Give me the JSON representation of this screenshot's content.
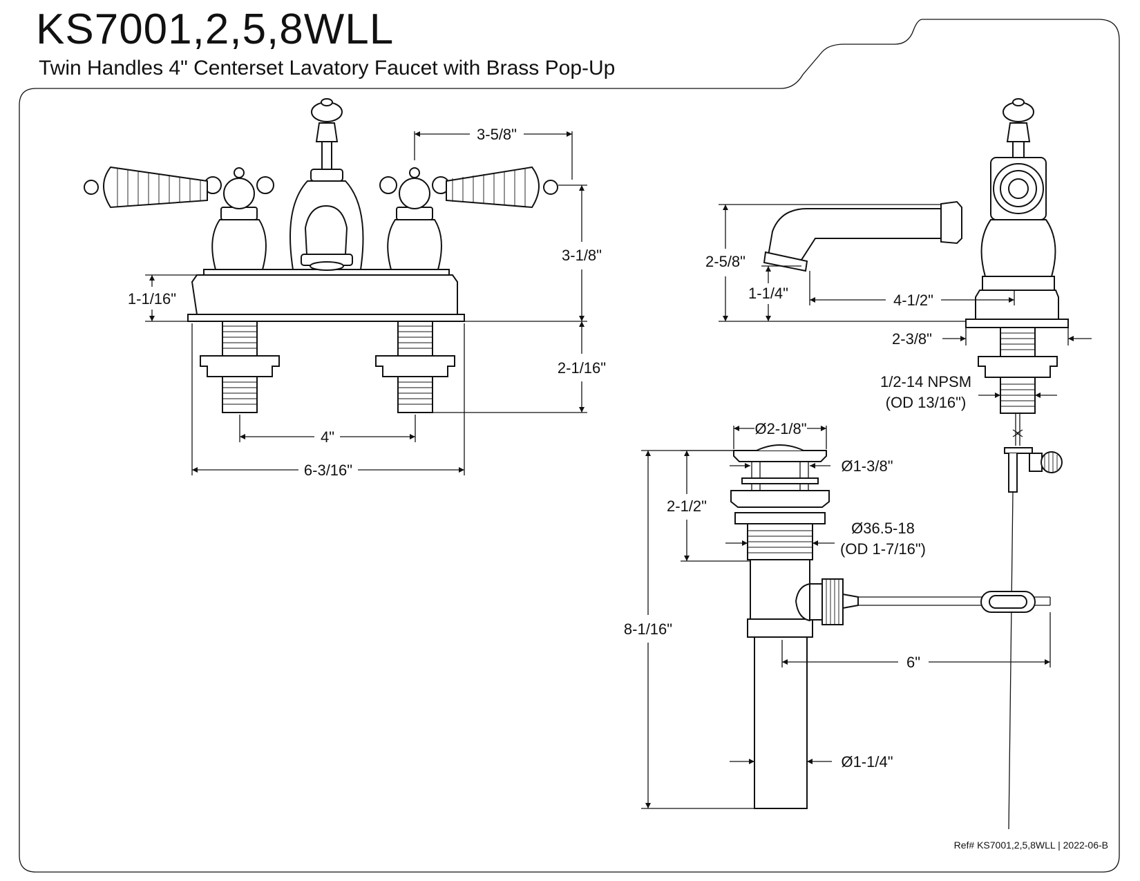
{
  "header": {
    "title": "KS7001,2,5,8WLL",
    "subtitle": "Twin Handles 4\" Centerset Lavatory Faucet with Brass Pop-Up"
  },
  "front_view": {
    "dims": {
      "handle_to_center": "3-5/8\"",
      "height": "3-1/8\"",
      "base_height": "1-1/16\"",
      "shank_length": "2-1/16\"",
      "center_spread": "4\"",
      "base_width": "6-3/16\""
    }
  },
  "side_view": {
    "dims": {
      "spout_height": "2-5/8\"",
      "outlet_height": "1-1/4\"",
      "spout_reach": "4-1/2\"",
      "base_depth": "2-3/8\"",
      "thread_line1": "1/2-14 NPSM",
      "thread_line2": "(OD 13/16\")"
    }
  },
  "drain_view": {
    "dims": {
      "flange_dia": "Ø2-1/8\"",
      "stopper_dia": "Ø1-3/8\"",
      "body_height": "2-1/2\"",
      "thread_line1": "Ø36.5-18",
      "thread_line2": "(OD 1-7/16\")",
      "total_height": "8-1/16\"",
      "rod_length": "6\"",
      "tail_dia": "Ø1-1/4\""
    }
  },
  "footer": {
    "ref": "Ref# KS7001,2,5,8WLL | 2022-06-B"
  }
}
